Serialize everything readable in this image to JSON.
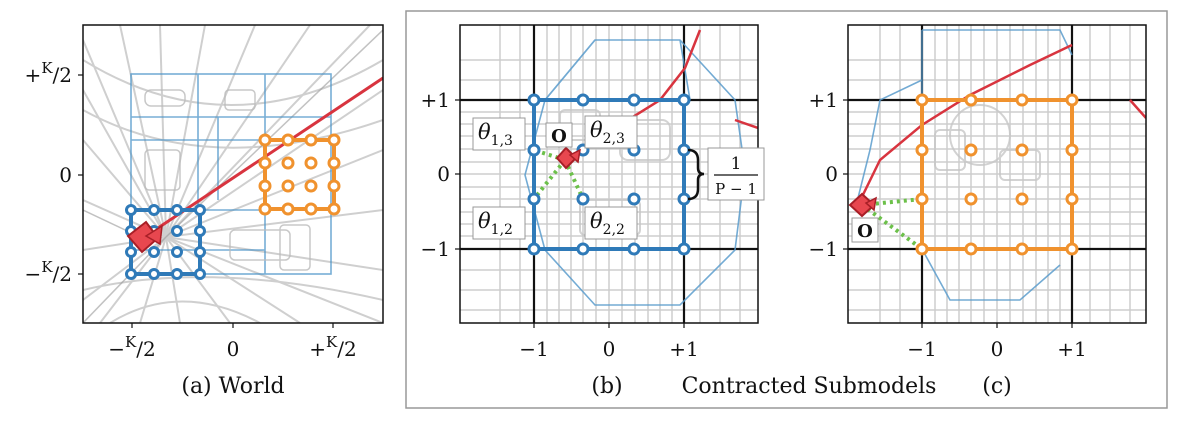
{
  "panel_a": {
    "caption": "(a) World",
    "y_ticks": [
      "+",
      "K",
      "/2",
      "0",
      "−",
      "K",
      "/2"
    ],
    "x_ticks": [
      "−",
      "K",
      "/2",
      "0",
      "+",
      "K",
      "/2"
    ]
  },
  "panel_b": {
    "caption": "(b)",
    "y_ticks": [
      "+1",
      "0",
      "−1"
    ],
    "x_ticks": [
      "−1",
      "0",
      "+1"
    ],
    "origin_label": "O",
    "theta_13": "θ",
    "theta_13_sub": "1,3",
    "theta_23": "θ",
    "theta_23_sub": "2,3",
    "theta_12": "θ",
    "theta_12_sub": "1,2",
    "theta_22": "θ",
    "theta_22_sub": "2,2",
    "fraction_num": "1",
    "fraction_den": "P − 1"
  },
  "panel_c": {
    "caption": "(c)",
    "y_ticks": [
      "+1",
      "0",
      "−1"
    ],
    "x_ticks": [
      "−1",
      "0",
      "+1"
    ],
    "origin_label": "O"
  },
  "shared_caption": "Contracted Submodels",
  "colors": {
    "blue": "#2f7ab8",
    "orange": "#f0922e",
    "red": "#d8343f",
    "green": "#6cc04a",
    "grid": "#cccccc"
  }
}
